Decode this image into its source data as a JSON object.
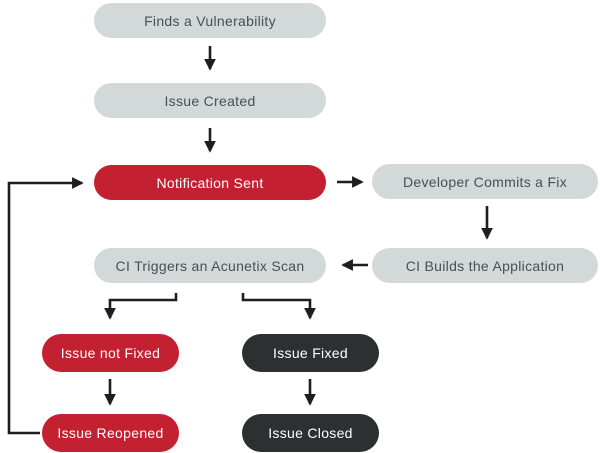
{
  "diagram": {
    "type": "flowchart",
    "colors": {
      "node_gray": "#D3D8D9",
      "node_red": "#C32031",
      "node_dark": "#2D2F31",
      "line": "#1E1E1E",
      "text_gray_node": "#494F54",
      "text_light": "#FFFFFF"
    },
    "nodes": [
      {
        "id": "finds-vulnerability",
        "label": "Finds a Vulnerability",
        "style": "gray"
      },
      {
        "id": "issue-created",
        "label": "Issue Created",
        "style": "gray"
      },
      {
        "id": "notification-sent",
        "label": "Notification Sent",
        "style": "red"
      },
      {
        "id": "developer-commits-fix",
        "label": "Developer Commits a Fix",
        "style": "gray"
      },
      {
        "id": "ci-builds-application",
        "label": "CI Builds the Application",
        "style": "gray"
      },
      {
        "id": "ci-triggers-scan",
        "label": "CI Triggers an Acunetix Scan",
        "style": "gray"
      },
      {
        "id": "issue-not-fixed",
        "label": "Issue not Fixed",
        "style": "red"
      },
      {
        "id": "issue-fixed",
        "label": "Issue Fixed",
        "style": "dark"
      },
      {
        "id": "issue-reopened",
        "label": "Issue Reopened",
        "style": "red"
      },
      {
        "id": "issue-closed",
        "label": "Issue Closed",
        "style": "dark"
      }
    ],
    "edges": [
      {
        "from": "finds-vulnerability",
        "to": "issue-created"
      },
      {
        "from": "issue-created",
        "to": "notification-sent"
      },
      {
        "from": "notification-sent",
        "to": "developer-commits-fix"
      },
      {
        "from": "developer-commits-fix",
        "to": "ci-builds-application"
      },
      {
        "from": "ci-builds-application",
        "to": "ci-triggers-scan"
      },
      {
        "from": "ci-triggers-scan",
        "to": "issue-not-fixed"
      },
      {
        "from": "ci-triggers-scan",
        "to": "issue-fixed"
      },
      {
        "from": "issue-not-fixed",
        "to": "issue-reopened"
      },
      {
        "from": "issue-fixed",
        "to": "issue-closed"
      },
      {
        "from": "issue-reopened",
        "to": "notification-sent",
        "note": "feedback loop"
      }
    ]
  }
}
